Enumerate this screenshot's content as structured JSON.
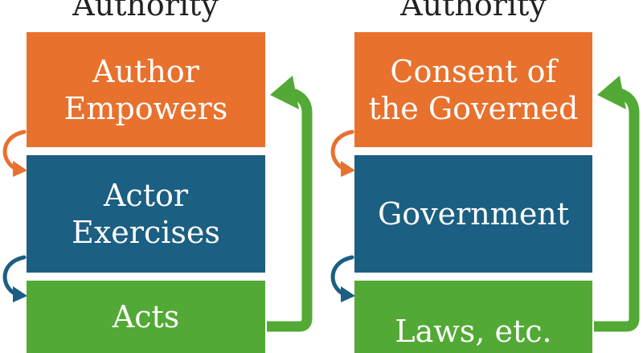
{
  "colors": {
    "orange": "#E8712E",
    "blue": "#1B5F82",
    "green": "#53A935",
    "arrow_green": "#53A935",
    "arrow_orange": "#E8712E",
    "arrow_blue": "#1B5F82"
  },
  "left": {
    "heading": "Authority",
    "boxes": [
      "Author\nEmpowers",
      "Actor\nExercises",
      "Acts"
    ]
  },
  "right": {
    "heading": "Authority",
    "boxes": [
      "Consent of\nthe Governed",
      "Government",
      "Laws, etc."
    ]
  }
}
